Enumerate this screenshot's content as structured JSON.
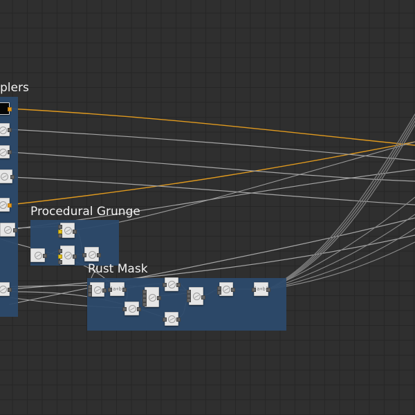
{
  "canvas": {
    "background": "#2f2f2f",
    "grid_color": "#262626",
    "wire_color_default": "#a9a9a9",
    "wire_color_highlight": "#e09a1f",
    "frame_color": "#2c4a6c"
  },
  "frames": [
    {
      "id": "samplers",
      "title": "plers"
    },
    {
      "id": "procedural-grunge",
      "title": "Procedural Grunge"
    },
    {
      "id": "rust-mask",
      "title": "Rust Mask"
    }
  ],
  "nodes": {
    "samplers": [
      {
        "id": "s1",
        "kind": "texture-sample-black"
      },
      {
        "id": "s2",
        "kind": "texture-sample"
      },
      {
        "id": "s3",
        "kind": "texture-sample"
      },
      {
        "id": "s4",
        "kind": "texture-sample"
      },
      {
        "id": "s5",
        "kind": "texture-sample"
      },
      {
        "id": "s6",
        "kind": "texture-sample"
      },
      {
        "id": "s7",
        "kind": "texture-sample"
      }
    ],
    "procedural_grunge": [
      {
        "id": "g1",
        "kind": "blend"
      },
      {
        "id": "g2",
        "kind": "noise"
      },
      {
        "id": "g3",
        "kind": "blend"
      },
      {
        "id": "g4",
        "kind": "levels"
      }
    ],
    "rust_mask": [
      {
        "id": "r1",
        "kind": "blend"
      },
      {
        "id": "r2",
        "kind": "vector",
        "glyph": "[a+b]"
      },
      {
        "id": "r3",
        "kind": "levels"
      },
      {
        "id": "r4",
        "kind": "blend-multi"
      },
      {
        "id": "r5",
        "kind": "levels"
      },
      {
        "id": "r6",
        "kind": "levels"
      },
      {
        "id": "r7",
        "kind": "levels"
      },
      {
        "id": "r8",
        "kind": "levels"
      },
      {
        "id": "r9",
        "kind": "vector",
        "glyph": "[a+b]"
      }
    ]
  }
}
